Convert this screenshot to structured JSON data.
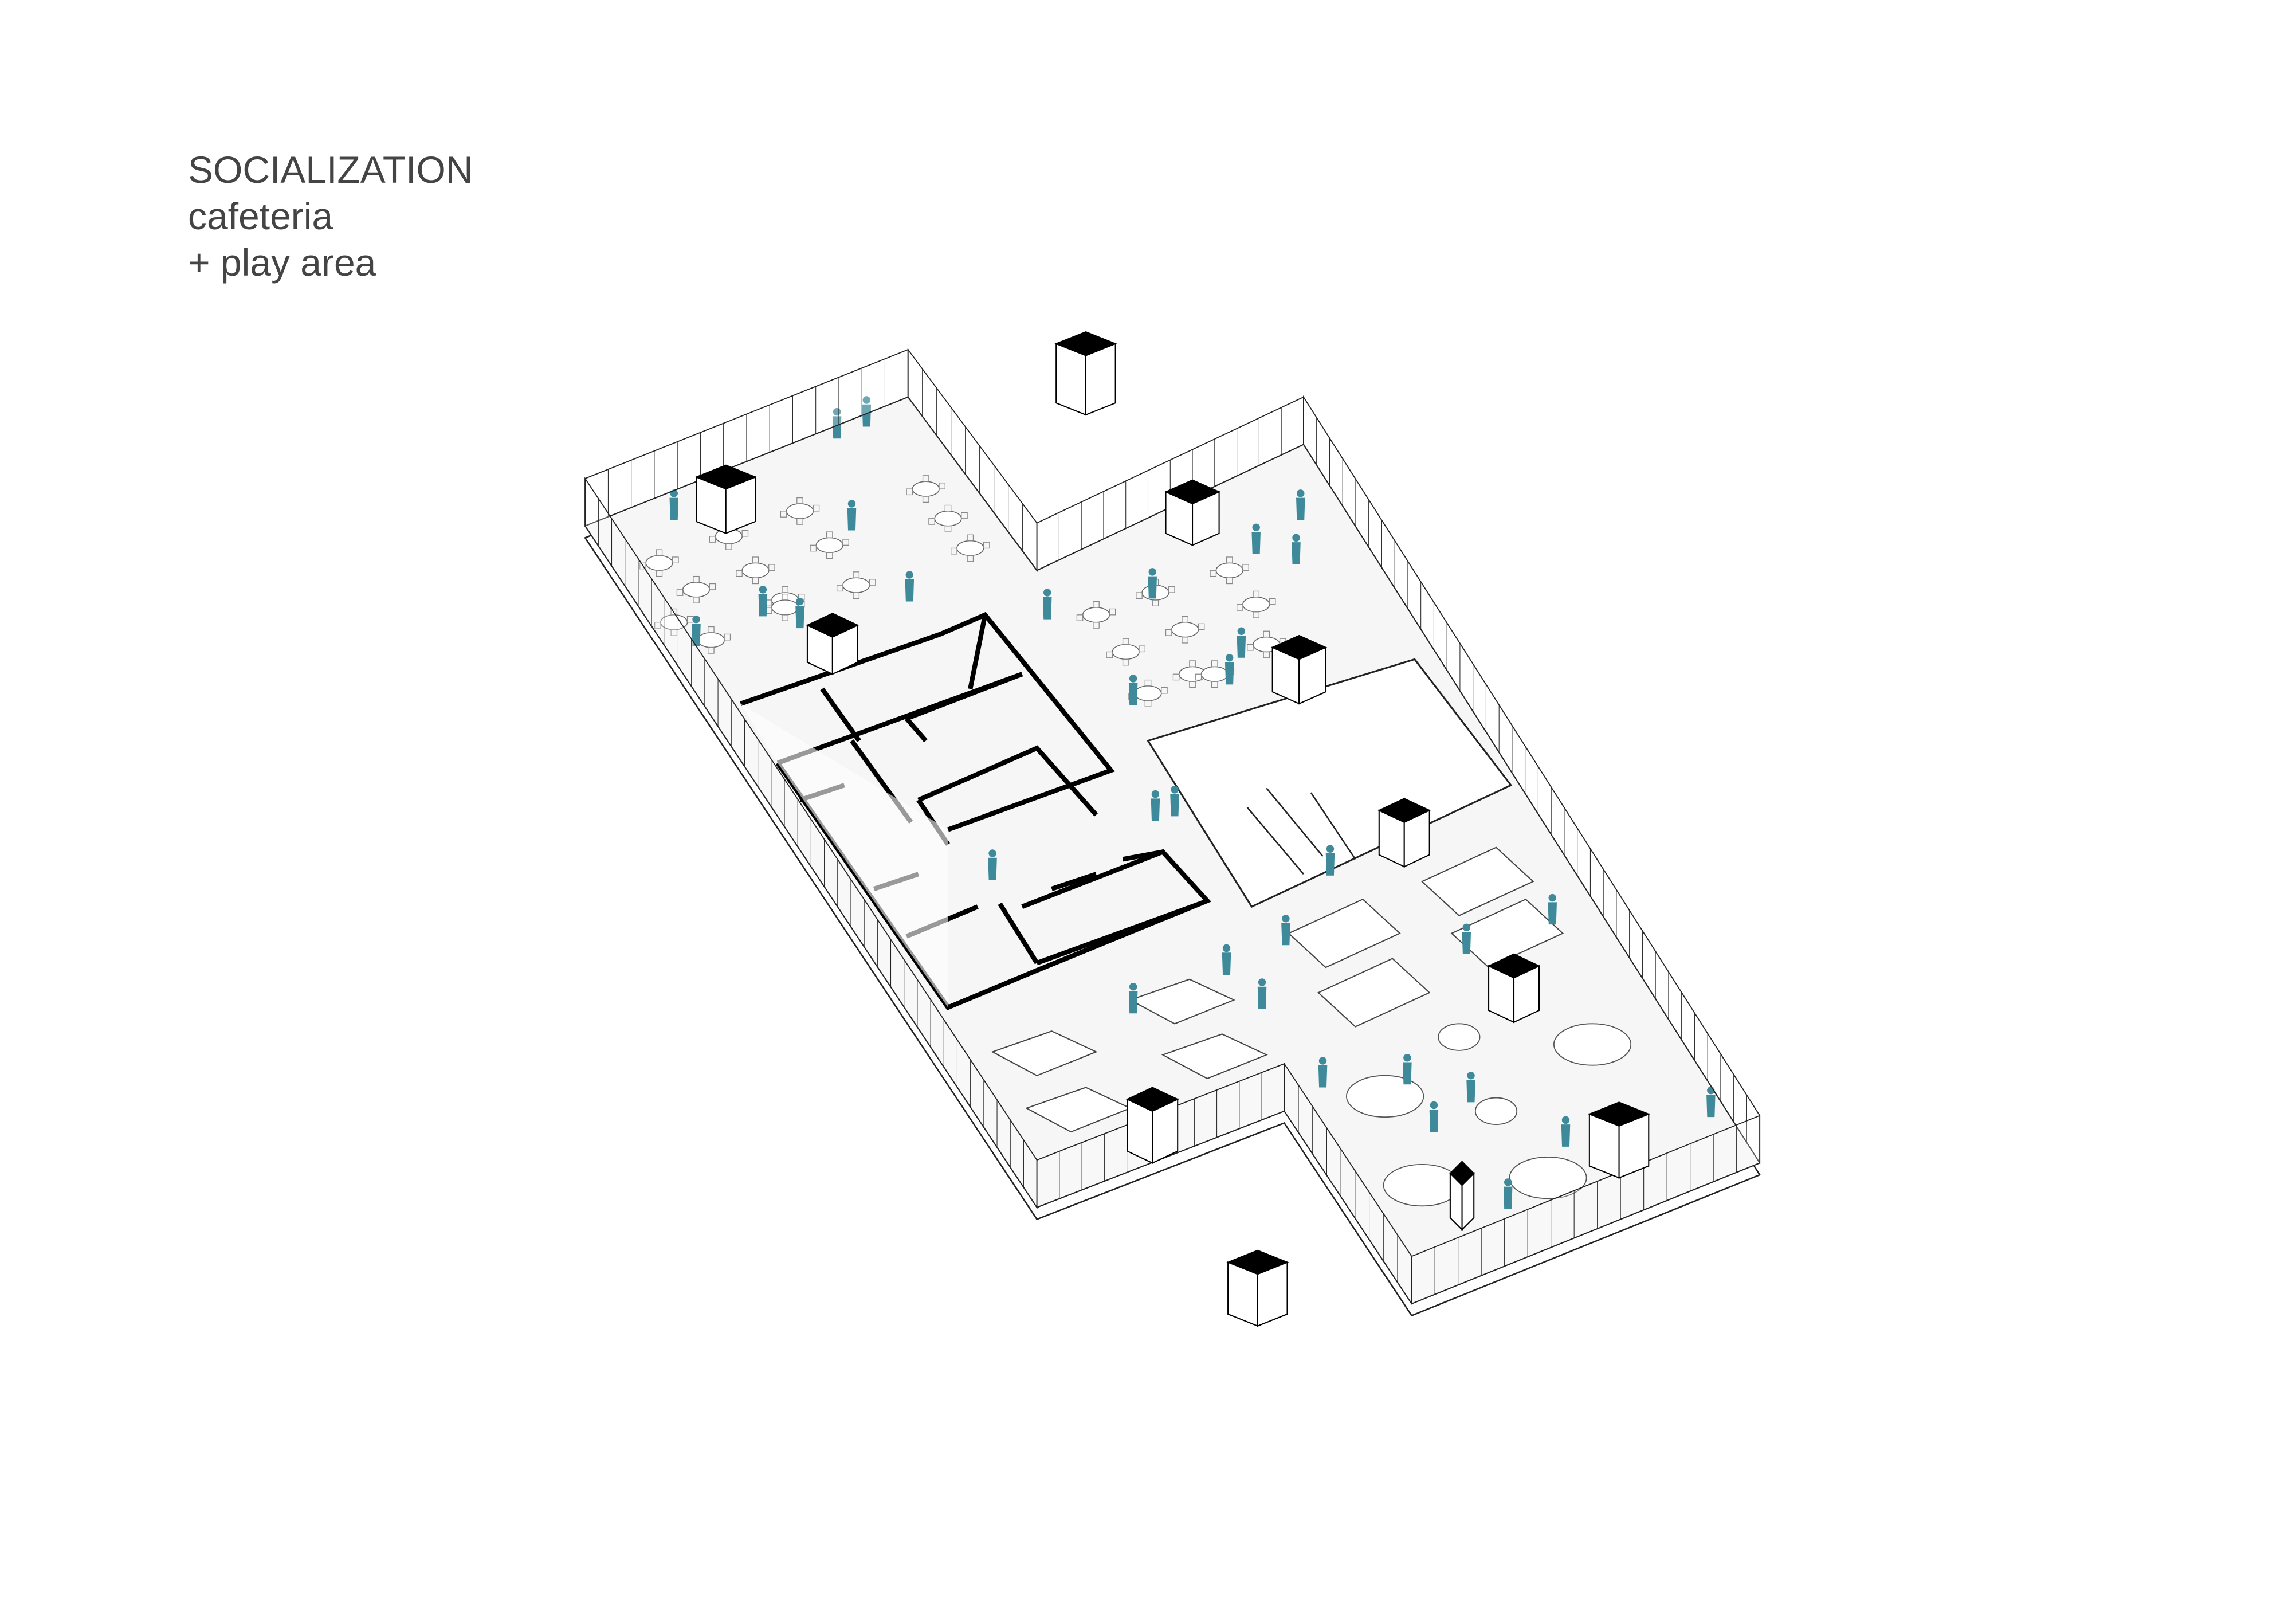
{
  "caption": {
    "title": "SOCIALIZATION",
    "line1": "cafeteria",
    "line2": "+ play area"
  },
  "colors": {
    "people": "#3f8a9a",
    "floor": "#f6f6f6",
    "lines": "#222222",
    "text": "#444444"
  }
}
